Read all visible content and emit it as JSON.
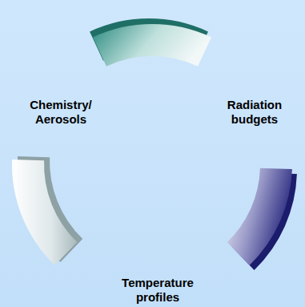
{
  "diagram": {
    "labels": [
      "Chemistry/ Aerosols",
      "Radiation budgets",
      "Temperature profiles"
    ]
  }
}
